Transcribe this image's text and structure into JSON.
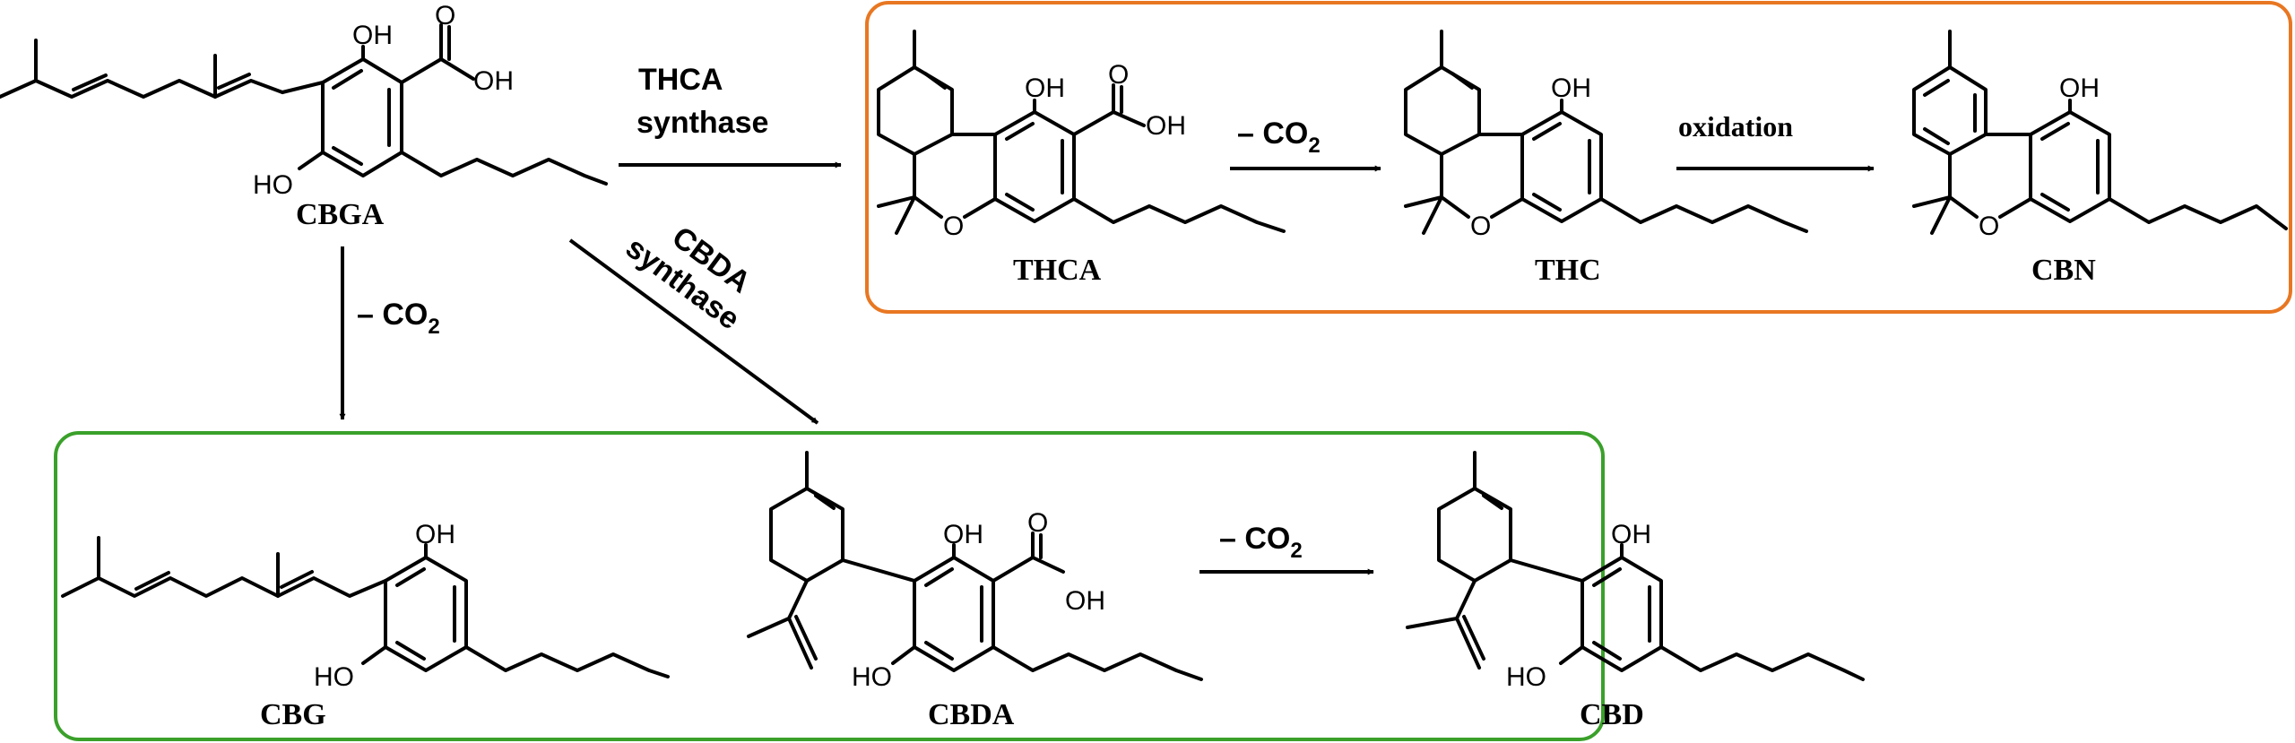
{
  "colors": {
    "thc_box": "#E87722",
    "cbd_box": "#3AA02A",
    "ink": "#000000"
  },
  "compounds": {
    "cbga": "CBGA",
    "thca": "THCA",
    "thc": "THC",
    "cbn": "CBN",
    "cbg": "CBG",
    "cbda": "CBDA",
    "cbd": "CBD"
  },
  "atoms": {
    "oh": "OH",
    "ho": "HO",
    "o": "O"
  },
  "reactions": {
    "thca_synthase_line1": "THCA",
    "thca_synthase_line2": "synthase",
    "cbda_synthase_line1": "CBDA",
    "cbda_synthase_line2": "synthase",
    "decarb_prefix": "– CO",
    "decarb_subscript": "2",
    "oxidation": "oxidation"
  }
}
